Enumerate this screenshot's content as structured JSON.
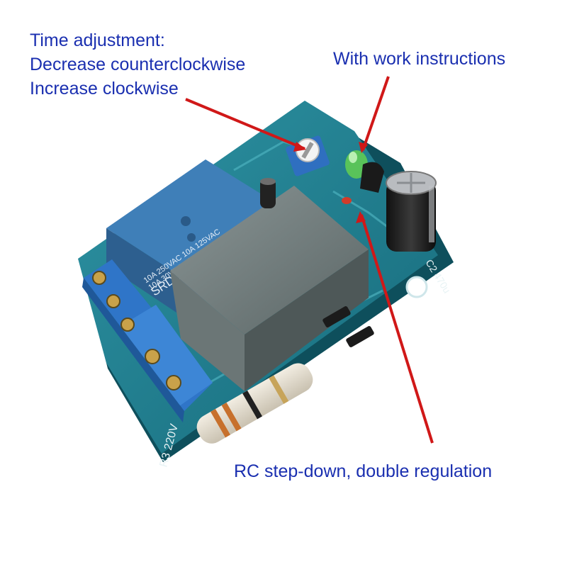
{
  "annotations": {
    "time_adjustment": {
      "title": "Time adjustment:",
      "line1": "Decrease counterclockwise",
      "line2": "Increase clockwise"
    },
    "work_instructions": "With work instructions",
    "rc_stepdown": "RC step-down, double regulation"
  },
  "board": {
    "relay_label": "SRD-12VDC-SL-C",
    "relay_rating_1": "10A 250VAC  10A 125VAC",
    "relay_rating_2": "10A 30VDC   10A 28VDC",
    "capacitor_label": "C2 470u",
    "resistor_label": "R3 220V"
  },
  "colors": {
    "annotation_text": "#1a2fb0",
    "arrow": "#d01818",
    "pcb": "#1e7a8c",
    "relay_blue": "#3f7fb8",
    "relay_gray": "#5f6a6a",
    "terminal_blue": "#2f75c8"
  }
}
